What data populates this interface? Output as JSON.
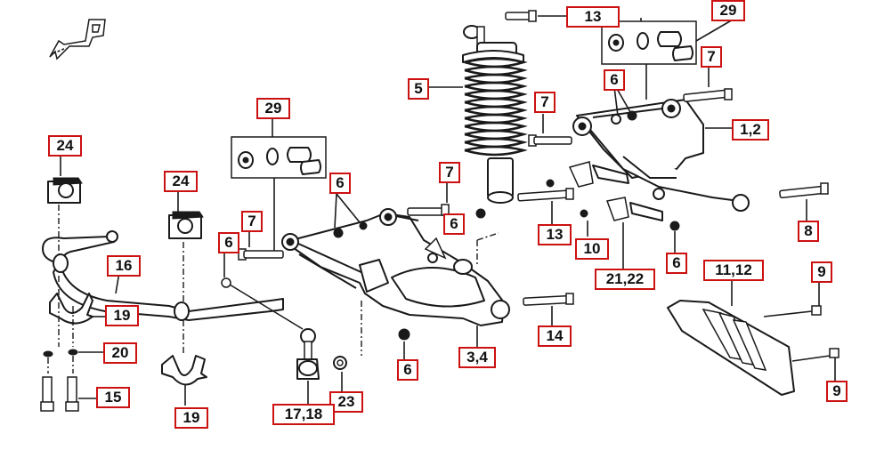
{
  "callouts": [
    {
      "id": "c13a",
      "label": "13"
    },
    {
      "id": "c29a",
      "label": "29"
    },
    {
      "id": "c5",
      "label": "5"
    },
    {
      "id": "c7a",
      "label": "7"
    },
    {
      "id": "c6a",
      "label": "6"
    },
    {
      "id": "c7b",
      "label": "7"
    },
    {
      "id": "c12a",
      "label": "1,2"
    },
    {
      "id": "c29b",
      "label": "29"
    },
    {
      "id": "c24a",
      "label": "24"
    },
    {
      "id": "c6b",
      "label": "6"
    },
    {
      "id": "c7c",
      "label": "7"
    },
    {
      "id": "c24b",
      "label": "24"
    },
    {
      "id": "c7d",
      "label": "7"
    },
    {
      "id": "c6c",
      "label": "6"
    },
    {
      "id": "c13b",
      "label": "13"
    },
    {
      "id": "c10",
      "label": "10"
    },
    {
      "id": "c8",
      "label": "8"
    },
    {
      "id": "c6d",
      "label": "6"
    },
    {
      "id": "c16",
      "label": "16"
    },
    {
      "id": "c6e",
      "label": "6"
    },
    {
      "id": "c2122",
      "label": "21,22"
    },
    {
      "id": "c1112",
      "label": "11,12"
    },
    {
      "id": "c9a",
      "label": "9"
    },
    {
      "id": "c19a",
      "label": "19"
    },
    {
      "id": "c14",
      "label": "14"
    },
    {
      "id": "c20",
      "label": "20"
    },
    {
      "id": "c34",
      "label": "3,4"
    },
    {
      "id": "c6f",
      "label": "6"
    },
    {
      "id": "c15",
      "label": "15"
    },
    {
      "id": "c23",
      "label": "23"
    },
    {
      "id": "c9b",
      "label": "9"
    },
    {
      "id": "c1718",
      "label": "17,18"
    },
    {
      "id": "c19b",
      "label": "19"
    }
  ]
}
